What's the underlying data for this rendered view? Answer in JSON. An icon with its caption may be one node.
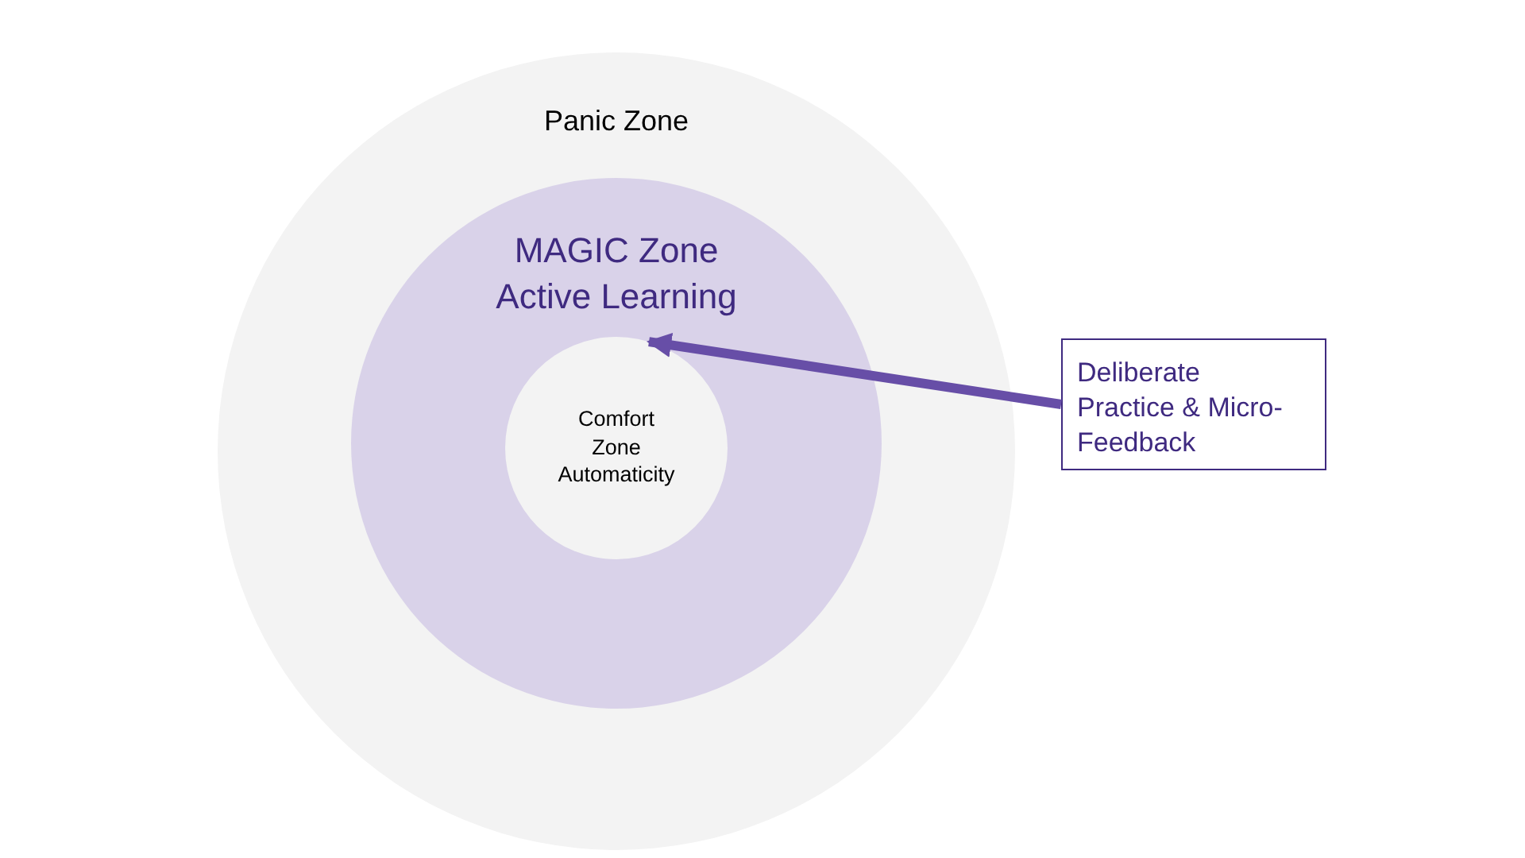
{
  "diagram": {
    "nodes": [
      {
        "text": [
          "Panic Zone"
        ]
      },
      {
        "text": [
          "MAGIC Zone Active Learning"
        ],
        "in": 0
      },
      {
        "text": [
          "Comfort Zone Automaticity"
        ],
        "in": 1
      },
      {
        "text": [
          "Deliberate Practice & Micro-Feedback"
        ]
      }
    ],
    "edges": [
      {
        "from": 3,
        "to": 2,
        "arrow": "to",
        "color": "#674ea7"
      }
    ]
  }
}
